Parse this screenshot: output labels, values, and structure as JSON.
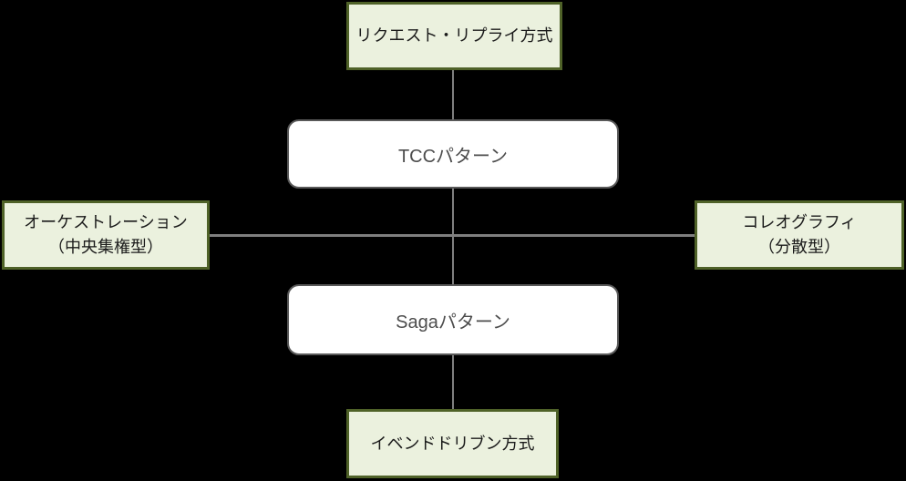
{
  "diagram": {
    "title": "messaging-patterns-quadrant",
    "axes": {
      "top": {
        "label": "リクエスト・リプライ方式"
      },
      "bottom": {
        "label": "イベンドドリブン方式"
      },
      "left": {
        "line1": "オーケストレーション",
        "line2": "（中央集権型）"
      },
      "right": {
        "line1": "コレオグラフィ",
        "line2": "（分散型）"
      }
    },
    "patterns": {
      "tcc": {
        "label": "TCCパターン"
      },
      "saga": {
        "label": "Sagaパターン"
      }
    },
    "colors": {
      "background": "#000000",
      "axis_box_fill": "#ebf1de",
      "axis_box_border": "#4f6228",
      "pattern_box_fill": "#ffffff",
      "pattern_box_border": "#595959",
      "connector_line": "#7f7f7f",
      "axis_text": "#1a1a1a",
      "pattern_text": "#4d4d4d"
    }
  }
}
